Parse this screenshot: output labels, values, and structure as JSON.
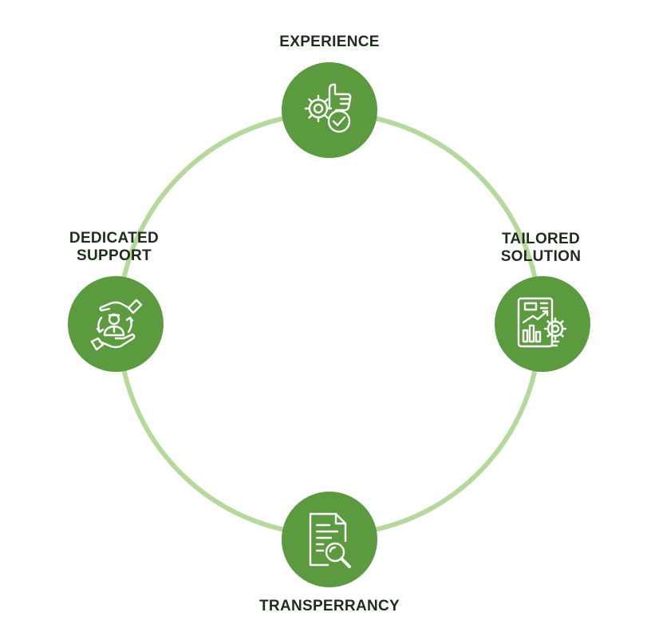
{
  "colors": {
    "ring": "#b5d99c",
    "node": "#5b9a3f",
    "icon": "#ffffff",
    "label": "#1f2d1c"
  },
  "nodes": {
    "experience": {
      "label": "EXPERIENCE",
      "icon": "gear-thumbs-up-check-icon"
    },
    "tailored": {
      "label_line1": "TAILORED",
      "label_line2": "SOLUTION",
      "icon": "report-chart-gear-icon"
    },
    "transparency": {
      "label": "TRANSPERRANCY",
      "icon": "document-magnifier-icon"
    },
    "support": {
      "label_line1": "DEDICATED",
      "label_line2": "SUPPORT",
      "icon": "hands-person-cycle-icon"
    }
  }
}
